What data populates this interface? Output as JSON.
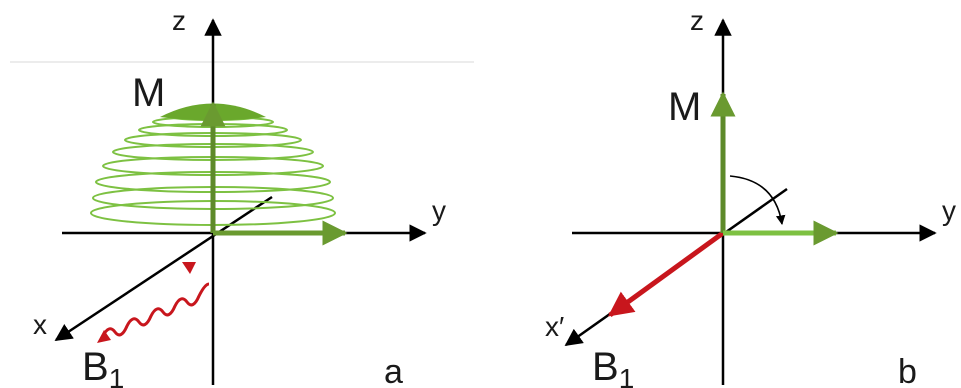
{
  "panel_a": {
    "label": "a",
    "axis_z": "z",
    "axis_y": "y",
    "axis_x": "x",
    "vector_m": "M",
    "field_base": "B",
    "field_sub": "1"
  },
  "panel_b": {
    "label": "b",
    "axis_z": "z",
    "axis_y": "y",
    "axis_x": "x′",
    "vector_m": "M",
    "field_base": "B",
    "field_sub": "1"
  },
  "colors": {
    "axis": "#000000",
    "magnetization": "#5e8a2a",
    "spiral": "#7dc142",
    "rf_field": "#c8161d",
    "faint_line": "#d9d9d9"
  }
}
